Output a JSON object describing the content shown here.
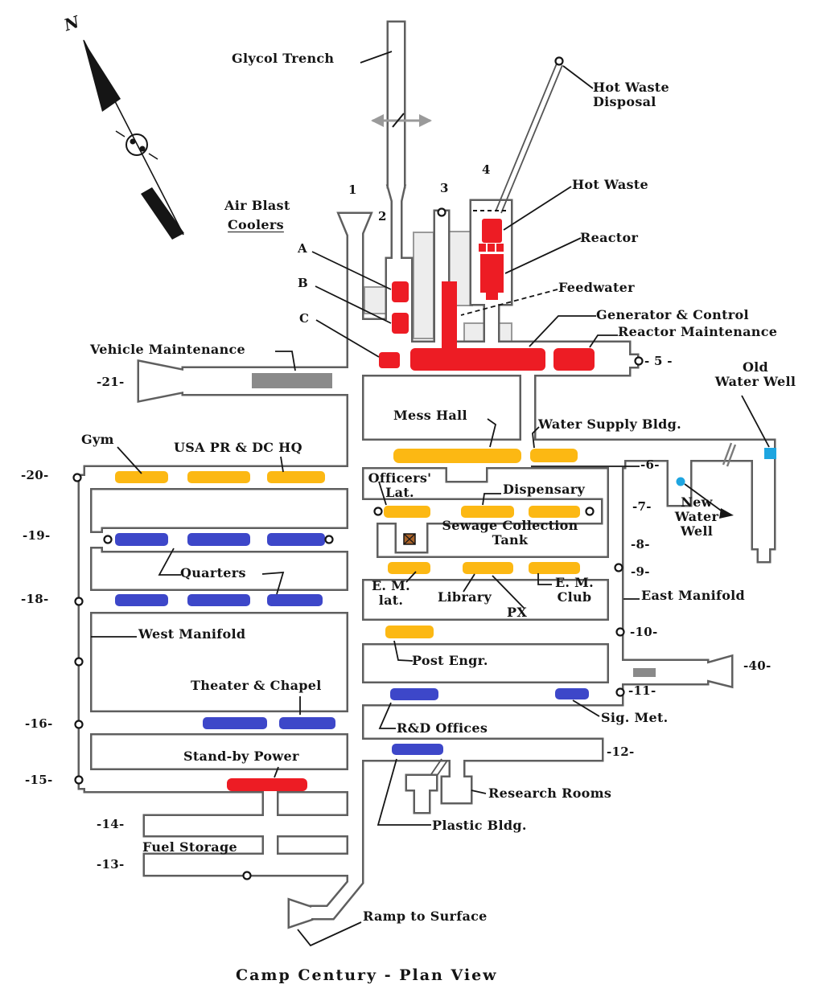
{
  "title": {
    "caption": "Camp Century - Plan View"
  },
  "compass": {
    "north": "N"
  },
  "palette": {
    "red": "#ed1c24",
    "yellow": "#fcb813",
    "blue": "#3d47c9",
    "gray_building": "#8a8a8a",
    "cyan_well": "#1ea5e0",
    "brown_tank": "#a9632a",
    "trench_outline": "#5f5f5f",
    "slab": "#ededed",
    "text": "#151515"
  },
  "trench_numbers": {
    "t1": "1",
    "t2": "2",
    "t3": "3",
    "t4": "4",
    "t5": "- 5 -",
    "t6": "-6-",
    "t7": "-7-",
    "t8": "-8-",
    "t9": "-9-",
    "t10": "-10-",
    "t11": "-11-",
    "t12": "-12-",
    "t13": "-13-",
    "t14": "-14-",
    "t15": "-15-",
    "t16": "-16-",
    "t18": "-18-",
    "t19": "-19-",
    "t20": "-20-",
    "t21": "-21-",
    "t40": "-40-"
  },
  "labels": {
    "glycol_trench": "Glycol Trench",
    "hot_waste_disposal": "Hot Waste\nDisposal",
    "hot_waste": "Hot Waste",
    "reactor": "Reactor",
    "feedwater": "Feedwater",
    "generator_control": "Generator & Control",
    "reactor_maintenance": "Reactor Maintenance",
    "old_water_well": "Old\nWater Well",
    "air_blast": "Air Blast",
    "coolers": "Coolers",
    "cooler_a": "A",
    "cooler_b": "B",
    "cooler_c": "C",
    "vehicle_maintenance": "Vehicle Maintenance",
    "gym": "Gym",
    "usa_pr_dc_hq": "USA PR & DC HQ",
    "mess_hall": "Mess Hall",
    "water_supply_bldg": "Water Supply Bldg.",
    "officers_lat": "Officers'\nLat.",
    "dispensary": "Dispensary",
    "new_water_well": "New\nWater\nWell",
    "sewage_collection_tank": "Sewage Collection\nTank",
    "quarters": "Quarters",
    "em_lat": "E. M.\nlat.",
    "library": "Library",
    "px": "PX",
    "em_club": "E. M.\nClub",
    "east_manifold": "East Manifold",
    "west_manifold": "West Manifold",
    "post_engr": "Post Engr.",
    "theater_chapel": "Theater & Chapel",
    "sig_met": "Sig. Met.",
    "rd_offices": "R&D Offices",
    "stand_by_power": "Stand-by Power",
    "research_rooms": "Research Rooms",
    "plastic_bldg": "Plastic Bldg.",
    "fuel_storage": "Fuel Storage",
    "ramp_to_surface": "Ramp to Surface",
    "caption": "Camp Century - Plan View"
  }
}
